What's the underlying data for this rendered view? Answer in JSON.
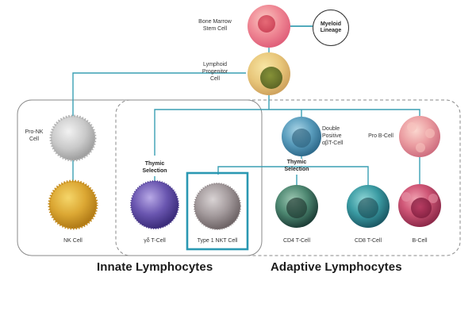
{
  "diagram": {
    "nodes": {
      "bone_marrow": {
        "label": "Bone Marrow\nStem Cell"
      },
      "myeloid": {
        "label": "Myeloid\nLineage"
      },
      "lymphoid": {
        "label": "Lymphoid\nProgenitor\nCell"
      },
      "pro_nk": {
        "label": "Pro-NK\nCell"
      },
      "nk": {
        "label": "NK Cell"
      },
      "thymic_left": {
        "label": "Thymic\nSelection"
      },
      "gd_t": {
        "label": "γδ T-Cell"
      },
      "nkt": {
        "label": "Type 1 NKT Cell"
      },
      "double_positive": {
        "label": "Double\nPositive\nαβT-Cell"
      },
      "thymic_right": {
        "label": "Thymic\nSelection"
      },
      "cd4": {
        "label": "CD4 T-Cell"
      },
      "cd8": {
        "label": "CD8 T-Cell"
      },
      "pro_b": {
        "label": "Pro B-Cell"
      },
      "b": {
        "label": "B-Cell"
      }
    },
    "groups": {
      "innate": "Innate Lymphocytes",
      "adaptive": "Adaptive Lymphocytes"
    },
    "colors": {
      "connector": "#3a9fb3",
      "highlight": "#2a98b2",
      "group_border": "#777777",
      "bone_marrow": "#f07a8e",
      "lymphoid": "#b5b84a",
      "pro_nk": "#cfcfcf",
      "nk": "#d9a42a",
      "gd_t": "#6c5aa8",
      "nkt": "#a8a0a2",
      "double_positive": "#5c9fbf",
      "cd4": "#4d8a72",
      "cd8": "#3b9aa2",
      "pro_b": "#e89a9e",
      "b": "#c94f6e"
    }
  }
}
